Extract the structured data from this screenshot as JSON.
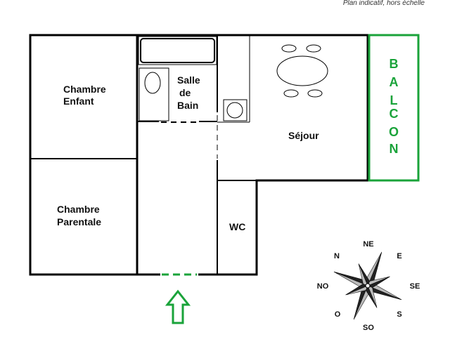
{
  "plan_note": "Plan indicatif, hors échelle",
  "colors": {
    "wall": "#000000",
    "balcony": "#1aa33a",
    "entrance": "#1aa33a"
  },
  "rooms": {
    "chambre_enfant": [
      "Chambre",
      "Enfant"
    ],
    "chambre_parentale": [
      "Chambre",
      "Parentale"
    ],
    "salle_de_bain": [
      "Salle",
      "de",
      "Bain"
    ],
    "sejour": "Séjour",
    "wc": "WC"
  },
  "balcony_letters": [
    "B",
    "A",
    "L",
    "C",
    "O",
    "N"
  ],
  "compass": {
    "ne": "NE",
    "n": "N",
    "e": "E",
    "no": "NO",
    "se": "SE",
    "o": "O",
    "s": "S",
    "so": "SO"
  }
}
